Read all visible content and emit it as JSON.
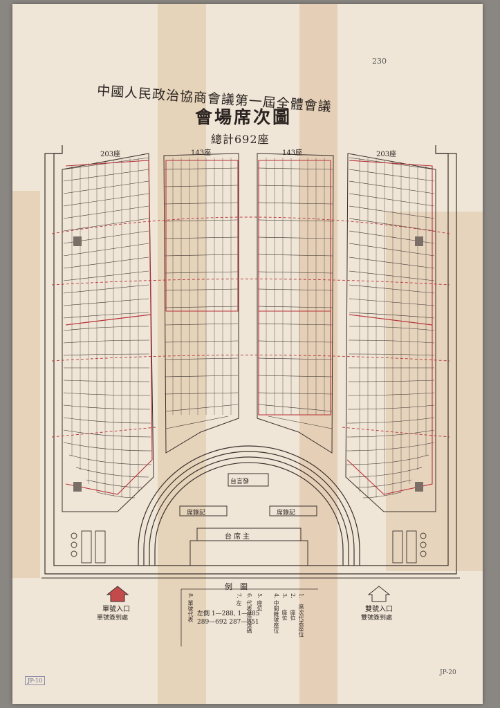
{
  "header": {
    "title_line1": "中國人民政治協商會議第一屆全體會議",
    "title_line2": "會場席次圖",
    "total": "總計692座"
  },
  "corner_note": "230",
  "sections": {
    "left_outer": "203座",
    "left_center": "143座",
    "right_center": "143座",
    "right_outer": "203座"
  },
  "hall_labels": {
    "podium": "台席主",
    "speaker": "台言發",
    "recorder_left": "席錄記",
    "recorder_right": "席錄記"
  },
  "entrances": {
    "left_entrance": "單號入口",
    "left_register": "單號簽到處",
    "right_entrance": "雙號入口",
    "right_register": "雙號簽到處"
  },
  "legend": {
    "title": "例　圖",
    "items": [
      "1.　席次代表座位",
      "2.　　座位",
      "3.　　座位",
      "4. 中間雜號座位",
      "5. 座位",
      "6. 代表座位號碼",
      "7. 左",
      "8. 單號代表",
      "左側 1—288, 1—285",
      "289—692  287—651"
    ]
  },
  "bottom_note": "JP-20",
  "stamp": "JP-10"
}
